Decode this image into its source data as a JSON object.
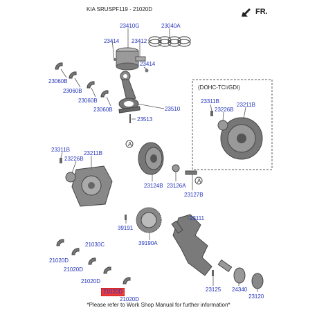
{
  "header": {
    "title": "KIA SRUSPF119 - 21020D",
    "direction": "FR."
  },
  "section": {
    "box_label": "(DOHC-TCI/GDI)"
  },
  "footer": {
    "note": "*Please refer to Work Shop Manual for further information*"
  },
  "colors": {
    "label": "#2233bb",
    "highlight": "#ee3b3b",
    "line": "#555555",
    "part_fill": "#6a6a6a"
  },
  "parts": {
    "p23410G": "23410G",
    "p23040A": "23040A",
    "p23414a": "23414",
    "p23412": "23412",
    "p23414b": "23414",
    "p23060Ba": "23060B",
    "p23060Bb": "23060B",
    "p23060Bc": "23060B",
    "p23060Bd": "23060B",
    "p23510": "23510",
    "p23513": "23513",
    "p23311Ba": "23311B",
    "p23226Ba": "23226B",
    "p23211Ba": "23211B",
    "p23311Bb": "23311B",
    "p23211Bb": "23211B",
    "p23226Bb": "23226B",
    "p23124B": "23124B",
    "p23126A": "23126A",
    "p23127B": "23127B",
    "p39191": "39191",
    "p23111": "23111",
    "p39190A": "39190A",
    "p21030C": "21030C",
    "p21020Da": "21020D",
    "p21020Db": "21020D",
    "p21020Dc": "21020D",
    "p21020Dd": "21020D",
    "p21020De": "21020D",
    "p23125": "23125",
    "p24340": "24340",
    "p23120": "23120"
  },
  "callouts": {
    "a1": "A",
    "a2": "A"
  }
}
